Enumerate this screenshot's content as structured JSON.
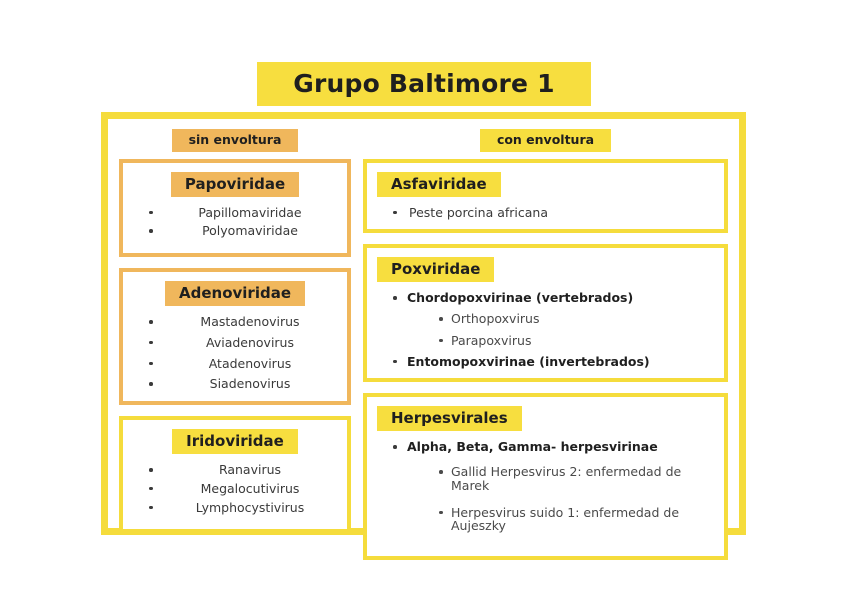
{
  "title": "Grupo Baltimore 1",
  "columns": {
    "left_header": "sin envoltura",
    "right_header": "con envoltura"
  },
  "colors": {
    "frame_yellow": "#f5dc3c",
    "chip_yellow": "#f7de3f",
    "chip_orange": "#f0b75c",
    "text_dark": "#3a3a3a"
  },
  "left_cards": [
    {
      "title": "Papoviridae",
      "items": [
        {
          "text": "Papillomaviridae"
        },
        {
          "text": "Polyomaviridae"
        }
      ]
    },
    {
      "title": "Adenoviridae",
      "items": [
        {
          "text": "Mastadenovirus"
        },
        {
          "text": "Aviadenovirus"
        },
        {
          "text": "Atadenovirus"
        },
        {
          "text": "Siadenovirus"
        }
      ]
    },
    {
      "title": "Iridoviridae",
      "items": [
        {
          "text": "Ranavirus"
        },
        {
          "text": "Megalocutivirus"
        },
        {
          "text": "Lymphocystivirus"
        }
      ]
    }
  ],
  "right_cards": [
    {
      "title": "Asfaviridae",
      "items": [
        {
          "text": "Peste porcina africana",
          "bold": false,
          "children": []
        }
      ]
    },
    {
      "title": "Poxviridae",
      "items": [
        {
          "text": "Chordopoxvirinae (vertebrados)",
          "bold": true,
          "children": [
            {
              "text": "Orthopoxvirus"
            },
            {
              "text": "Parapoxvirus"
            }
          ]
        },
        {
          "text": "Entomopoxvirinae (invertebrados)",
          "bold": true,
          "children": []
        }
      ]
    },
    {
      "title": "Herpesvirales",
      "items": [
        {
          "text": "Alpha, Beta, Gamma- herpesvirinae",
          "bold": true,
          "children": [
            {
              "text": "Gallid Herpesvirus 2: enfermedad de Marek"
            },
            {
              "text": "Herpesvirus suido 1: enfermedad de Aujeszky"
            }
          ]
        }
      ]
    }
  ]
}
